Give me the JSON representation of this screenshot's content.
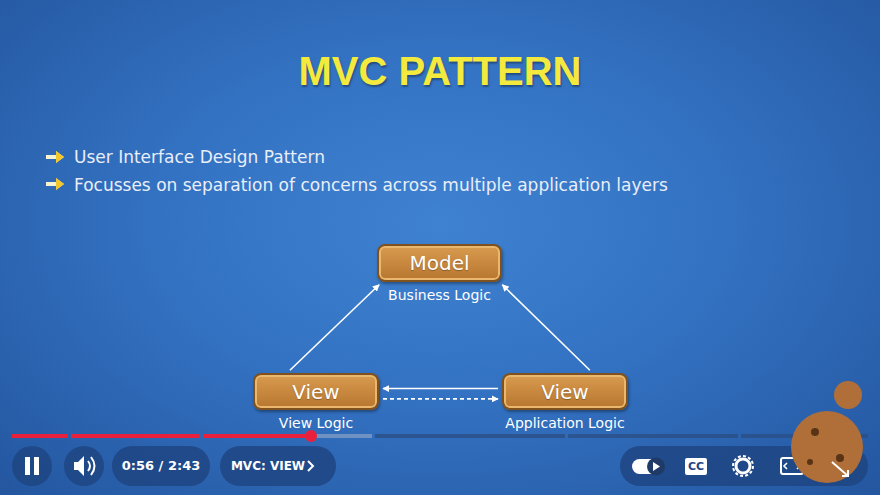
{
  "diagram": {
    "title": "MVC PATTERN",
    "nodes": [
      {
        "text": [
          "Model",
          "Business Logic"
        ]
      },
      {
        "text": [
          "View",
          "View Logic"
        ]
      },
      {
        "text": [
          "View",
          "Application Logic"
        ]
      }
    ],
    "edges": [
      {
        "from": 1,
        "to": 0,
        "arrow": "to"
      },
      {
        "from": 2,
        "to": 0,
        "arrow": "to"
      },
      {
        "from": 2,
        "to": 1,
        "arrow": "to"
      },
      {
        "from": 1,
        "to": 2,
        "arrow": "to"
      }
    ],
    "labels": [
      "User Interface Design Pattern",
      "Focusses on separation of concerns across multiple application layers",
      "0:56 / 2:43",
      "MVC: VIEW",
      "CC"
    ]
  }
}
